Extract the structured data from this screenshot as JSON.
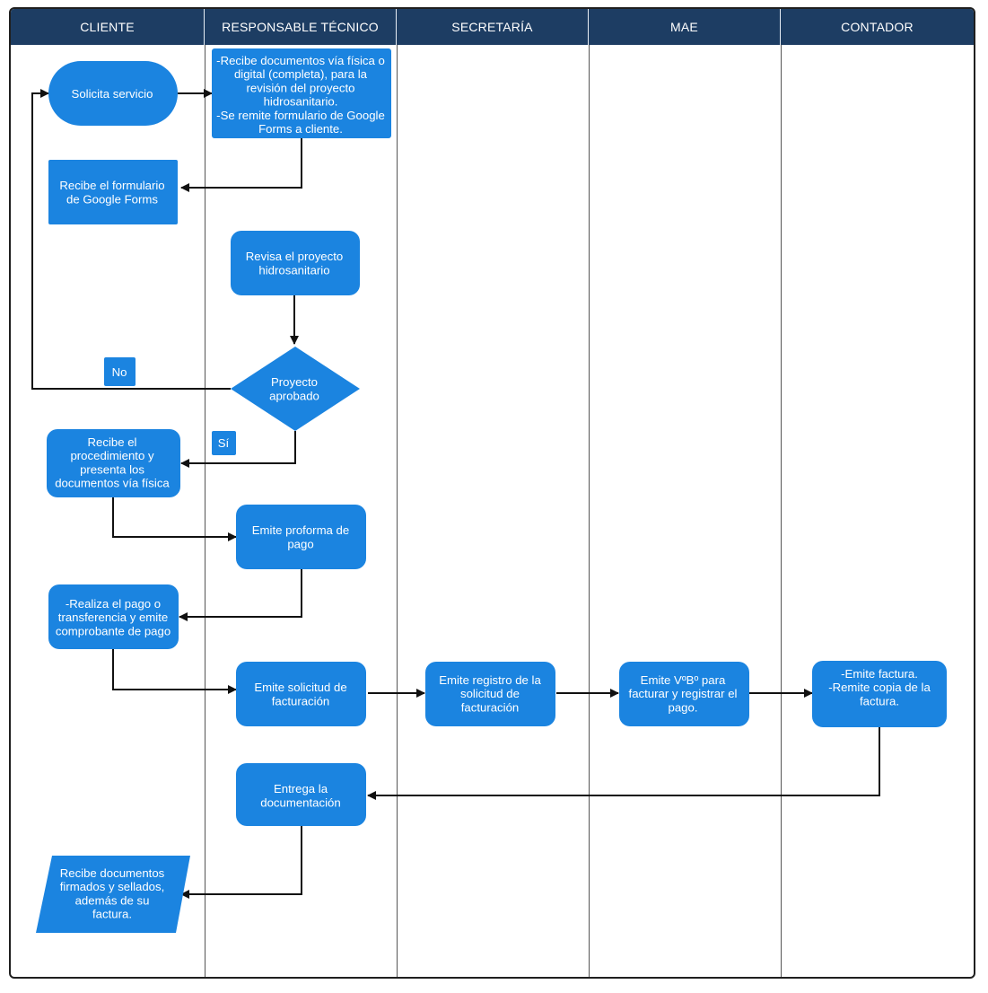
{
  "lanes": [
    "CLIENTE",
    "RESPONSABLE TÉCNICO",
    "SECRETARÍA",
    "MAE",
    "CONTADOR"
  ],
  "colors": {
    "header_bg": "#1d3d63",
    "node_fill": "#1b84e0",
    "connector": "#111111",
    "lane_line": "#555555"
  },
  "nodes": {
    "solicita": {
      "lines": [
        "Solicita servicio"
      ]
    },
    "recibe_docs": {
      "lines": [
        "-Recibe documentos vía física o",
        "digital (completa), para la",
        "revisión del proyecto",
        "hidrosanitario.",
        "-Se remite formulario de Google",
        "Forms a cliente."
      ]
    },
    "recibe_form": {
      "lines": [
        "Recibe el formulario",
        "de Google Forms"
      ]
    },
    "revisa": {
      "lines": [
        "Revisa el proyecto",
        "hidrosanitario"
      ]
    },
    "aprobado": {
      "lines": [
        "Proyecto",
        "aprobado"
      ]
    },
    "no_label": {
      "lines": [
        "No"
      ]
    },
    "si_label": {
      "lines": [
        "Sí"
      ]
    },
    "recibe_proc": {
      "lines": [
        "Recibe el",
        "procedimiento y",
        "presenta los",
        "documentos vía física"
      ]
    },
    "proforma": {
      "lines": [
        "Emite proforma de",
        "pago"
      ]
    },
    "realiza_pago": {
      "lines": [
        "-Realiza el pago o",
        "transferencia y emite",
        "comprobante de pago"
      ]
    },
    "solicitud_fact": {
      "lines": [
        "Emite solicitud de",
        "facturación"
      ]
    },
    "registro": {
      "lines": [
        "Emite registro de la",
        "solicitud de",
        "facturación"
      ]
    },
    "vobo": {
      "lines": [
        "Emite VºBº para",
        "facturar y registrar el",
        "pago."
      ]
    },
    "factura": {
      "lines": [
        "-Emite factura.",
        "-Remite copia de la",
        "factura."
      ]
    },
    "entrega": {
      "lines": [
        "Entrega la",
        "documentación"
      ]
    },
    "recibe_final": {
      "lines": [
        "Recibe documentos",
        "firmados y sellados,",
        "además de su",
        "factura."
      ]
    }
  }
}
